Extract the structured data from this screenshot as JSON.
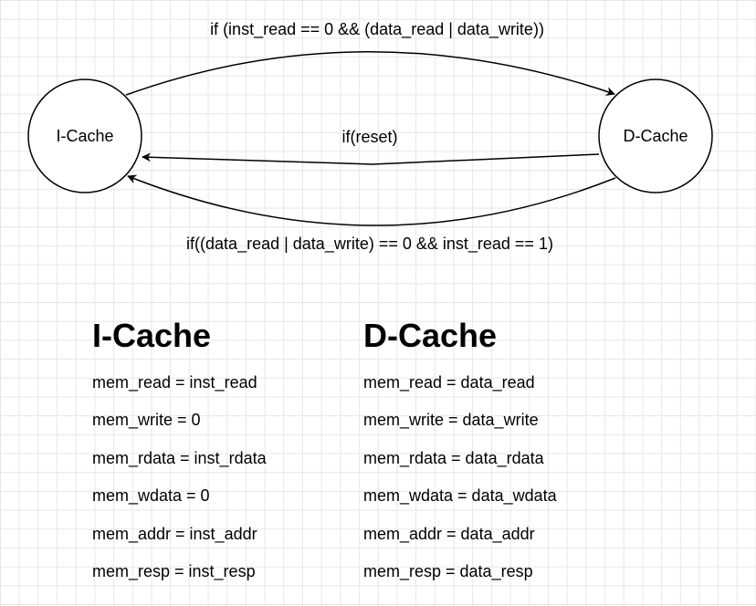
{
  "diagram": {
    "states": {
      "icache": "I-Cache",
      "dcache": "D-Cache"
    },
    "transitions": {
      "icache_to_dcache": "if (inst_read == 0 && (data_read | data_write))",
      "reset": "if(reset)",
      "dcache_to_icache": "if((data_read | data_write) == 0 && inst_read == 1)"
    }
  },
  "assignments": {
    "icache": {
      "title": "I-Cache",
      "lines": [
        "mem_read = inst_read",
        "mem_write = 0",
        "mem_rdata = inst_rdata",
        "mem_wdata = 0",
        "mem_addr = inst_addr",
        "mem_resp = inst_resp"
      ]
    },
    "dcache": {
      "title": "D-Cache",
      "lines": [
        "mem_read = data_read",
        "mem_write = data_write",
        "mem_rdata = data_rdata",
        "mem_wdata = data_wdata",
        "mem_addr = data_addr",
        "mem_resp = data_resp"
      ]
    }
  },
  "colors": {
    "background": "#ffffff",
    "grid": "#e6e6e6",
    "stroke": "#000000"
  }
}
